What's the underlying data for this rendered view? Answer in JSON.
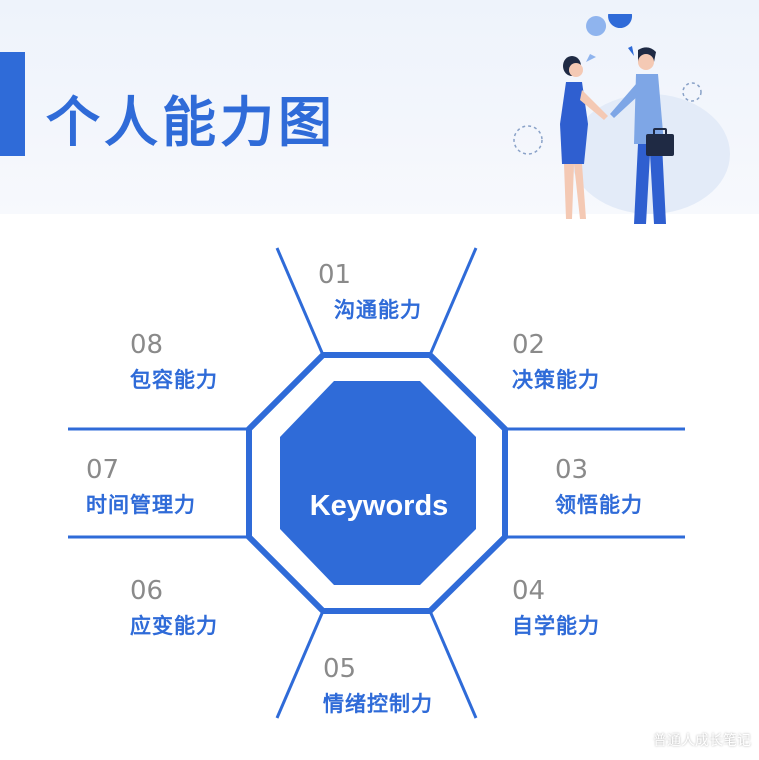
{
  "header": {
    "title": "个人能力图"
  },
  "diagram": {
    "center_label": "Keywords",
    "nodes": [
      {
        "num": "01",
        "label": "沟通能力"
      },
      {
        "num": "02",
        "label": "决策能力"
      },
      {
        "num": "03",
        "label": "领悟能力"
      },
      {
        "num": "04",
        "label": "自学能力"
      },
      {
        "num": "05",
        "label": "情绪控制力"
      },
      {
        "num": "06",
        "label": "应变能力"
      },
      {
        "num": "07",
        "label": "时间管理力"
      },
      {
        "num": "08",
        "label": "包容能力"
      }
    ]
  },
  "watermark": "普通人成长笔记",
  "colors": {
    "primary": "#2f6bd8",
    "number": "#8a8a8a",
    "header_bg": "#eef3fb"
  }
}
